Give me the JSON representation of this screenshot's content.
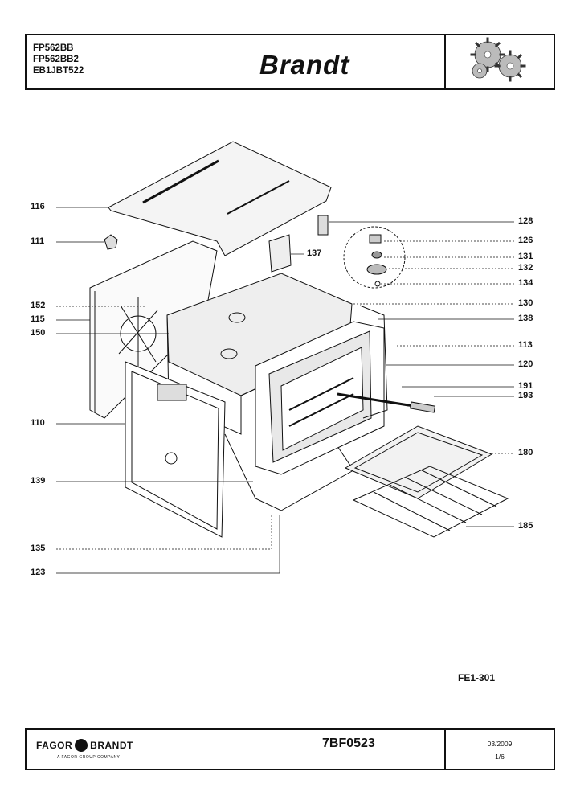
{
  "header": {
    "models": [
      "FP562BB",
      "FP562BB2",
      "EB1JBT522"
    ],
    "brand": "Brandt"
  },
  "callouts": [
    {
      "label": "116"
    },
    {
      "label": "111"
    },
    {
      "label": "152"
    },
    {
      "label": "115"
    },
    {
      "label": "150"
    },
    {
      "label": "110"
    },
    {
      "label": "139"
    },
    {
      "label": "135"
    },
    {
      "label": "123"
    },
    {
      "label": "128"
    },
    {
      "label": "126"
    },
    {
      "label": "137"
    },
    {
      "label": "131"
    },
    {
      "label": "132"
    },
    {
      "label": "134"
    },
    {
      "label": "130"
    },
    {
      "label": "138"
    },
    {
      "label": "113"
    },
    {
      "label": "120"
    },
    {
      "label": "191"
    },
    {
      "label": "193"
    },
    {
      "label": "180"
    },
    {
      "label": "185"
    }
  ],
  "doc_ref": "FE1-301",
  "footer": {
    "logo_left": "FAGOR",
    "logo_right": "BRANDT",
    "tagline": "A FAGOR GROUP COMPANY",
    "reference": "7BF0523",
    "date": "03/2009",
    "page": "1/6"
  }
}
